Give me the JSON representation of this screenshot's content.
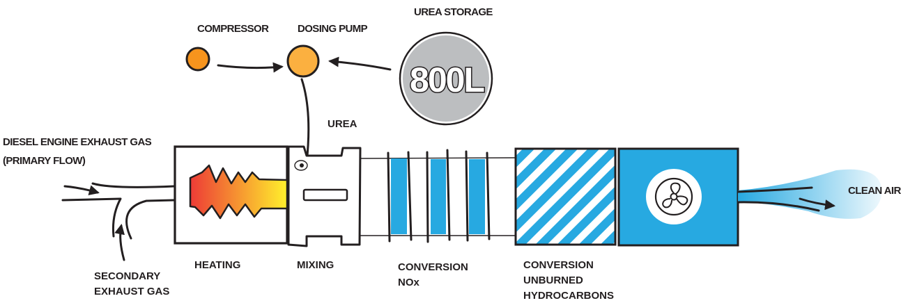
{
  "colors": {
    "ink": "#231f20",
    "blue": "#27a9e1",
    "compressor": "#f7941d",
    "dosing_pump": "#fbb040",
    "tank": "#bcbec0",
    "heat_start": "#ed3b36",
    "heat_end": "#fff02c"
  },
  "components": {
    "compressor": {
      "label": "COMPRESSOR",
      "icon": "circle-orange"
    },
    "dosing_pump": {
      "label": "DOSING PUMP",
      "icon": "circle-light-orange"
    },
    "urea_storage": {
      "label": "UREA STORAGE",
      "capacity": "800L"
    },
    "urea_line": {
      "label": "UREA"
    }
  },
  "inputs": {
    "primary": {
      "line1": "DIESEL ENGINE EXHAUST GAS",
      "line2": "(PRIMARY FLOW)"
    },
    "secondary": {
      "line1": "SECONDARY",
      "line2": "EXHAUST GAS"
    }
  },
  "stages": [
    {
      "id": "heating",
      "lines": [
        "HEATING"
      ],
      "icon": "flame-icon"
    },
    {
      "id": "mixing",
      "lines": [
        "MIXING"
      ],
      "icon": "nozzle-icon"
    },
    {
      "id": "conversion-nox",
      "lines": [
        "CONVERSION",
        "NOx"
      ],
      "icon": "catalyst-bands"
    },
    {
      "id": "conversion-hc",
      "lines": [
        "CONVERSION",
        "UNBURNED",
        "HYDROCARBONS"
      ],
      "icon": "striped-filter"
    },
    {
      "id": "fan",
      "lines": [],
      "icon": "fan-icon"
    }
  ],
  "output": {
    "label": "CLEAN AIR"
  }
}
